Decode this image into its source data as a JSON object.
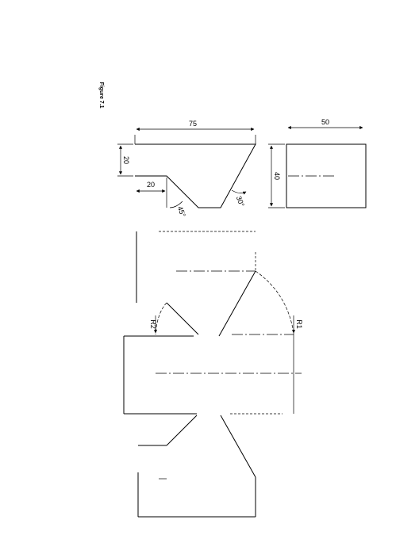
{
  "figure_title": "Figure 7.1",
  "dimensions": {
    "top_width": "75",
    "side_width": "50",
    "left_offset": "20",
    "step_width": "20",
    "height": "40",
    "angle_left": "45°",
    "angle_right": "30°",
    "radius_left": "R2",
    "radius_right": "R1"
  }
}
